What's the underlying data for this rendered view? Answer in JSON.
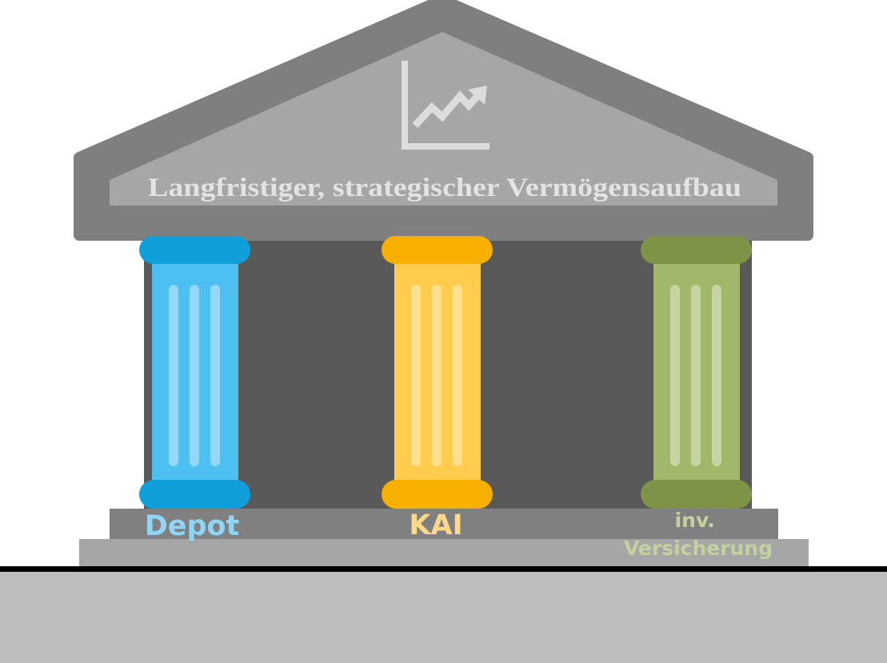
{
  "temple": {
    "title": "Langfristiger, strategischer Vermögensaufbau",
    "roof_icon": "line-chart-trend-up-icon"
  },
  "pillars": [
    {
      "key": "depot",
      "label": "Depot",
      "label_lines": [
        "Depot"
      ]
    },
    {
      "key": "kai",
      "label": "KAI",
      "label_lines": [
        "KAI"
      ]
    },
    {
      "key": "versicherung",
      "label": "inv. Versicherung",
      "label_lines": [
        "inv.",
        "Versicherung"
      ]
    }
  ],
  "colors": {
    "roof_outer": "#7f7f7f",
    "roof_inner": "#a6a6a6",
    "interior": "#595959",
    "step_upper": "#808080",
    "step_lower": "#a6a6a6",
    "ground": "#bdbdbd",
    "ground_line": "#000000",
    "depot_cap": "#109fda",
    "depot_shaft": "#4dc0f1",
    "depot_text": "#8fd5f5",
    "kai_cap": "#f7b000",
    "kai_shaft": "#ffcc4d",
    "kai_text": "#ffd98a",
    "vers_cap": "#7d9346",
    "vers_shaft": "#a1b86a",
    "vers_text": "#c3d29c"
  }
}
